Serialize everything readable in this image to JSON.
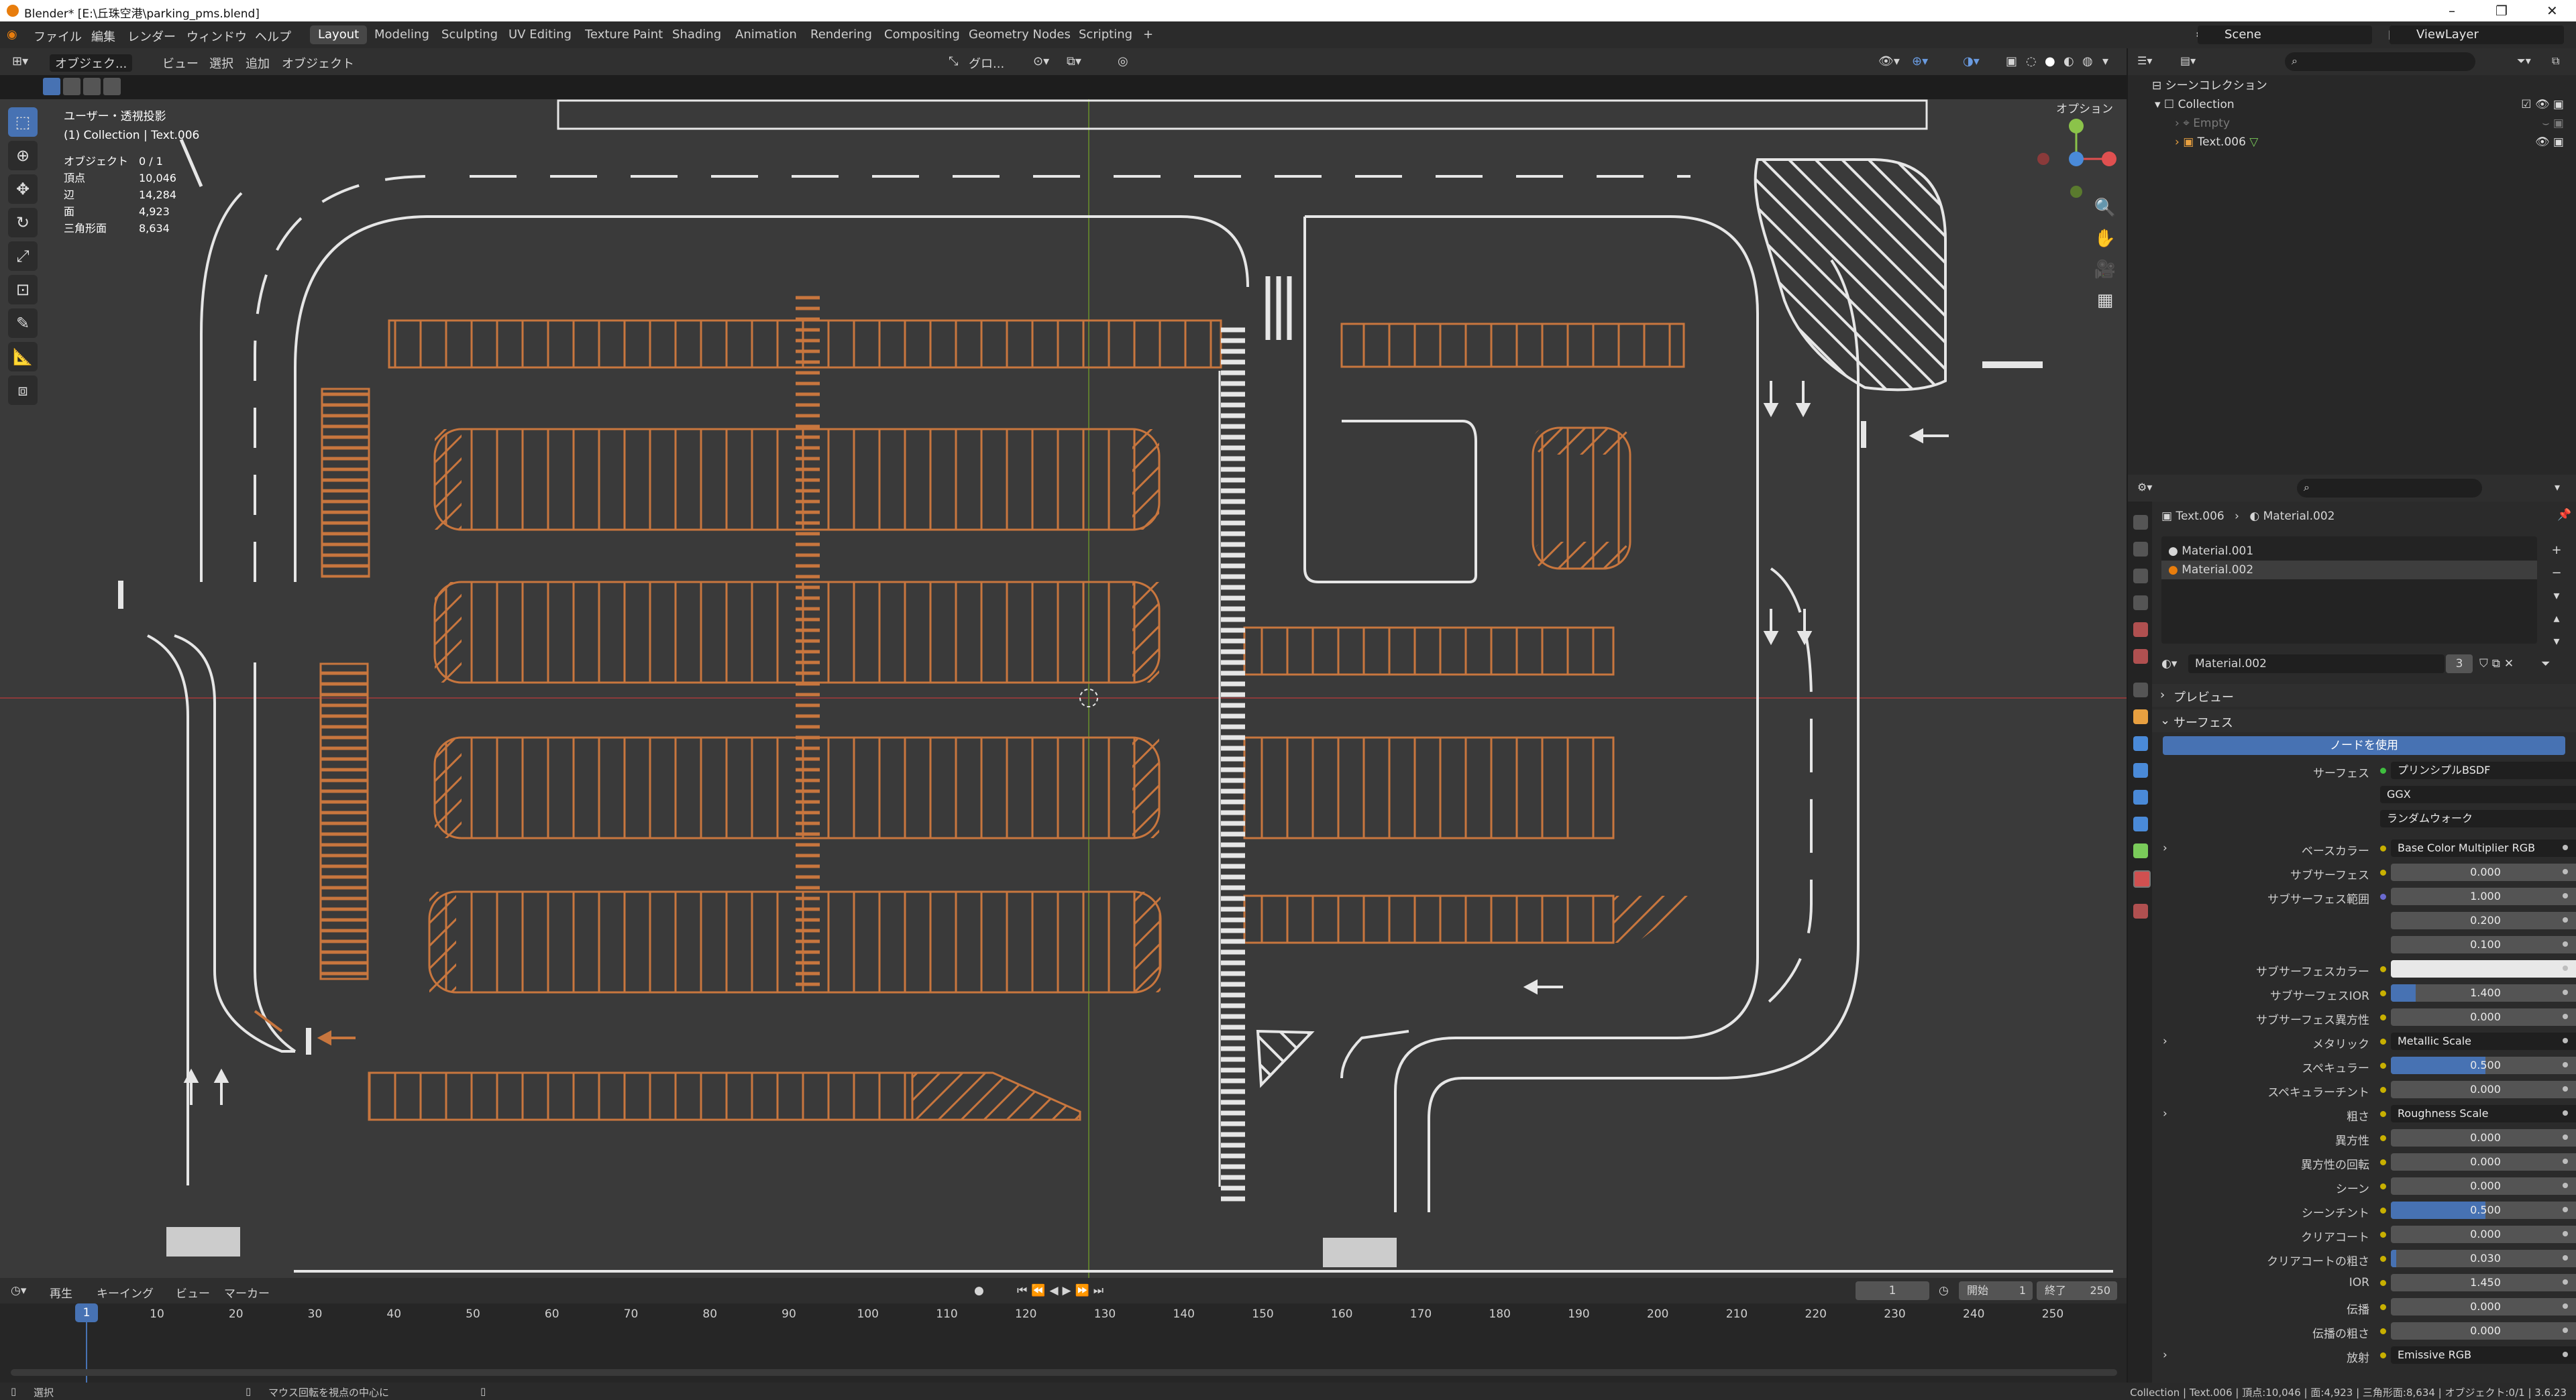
{
  "window": {
    "title": "Blender* [E:\\丘珠空港\\parking_pms.blend]"
  },
  "menu": {
    "items": [
      "ファイル",
      "編集",
      "レンダー",
      "ウィンドウ",
      "ヘルプ"
    ]
  },
  "workspaces": [
    "Layout",
    "Modeling",
    "Sculpting",
    "UV Editing",
    "Texture Paint",
    "Shading",
    "Animation",
    "Rendering",
    "Compositing",
    "Geometry Nodes",
    "Scripting",
    "+"
  ],
  "scene": {
    "label": "Scene",
    "view_layer": "ViewLayer"
  },
  "viewport_header": {
    "mode": "オブジェク...",
    "items": [
      "ビュー",
      "選択",
      "追加",
      "オブジェクト"
    ],
    "transform": "グロ...",
    "options": "オプション"
  },
  "viewport_overlay": {
    "view_name": "ユーザー・透視投影",
    "collection": "(1) Collection | Text.006",
    "stats": [
      {
        "label": "オブジェクト",
        "value": "0 / 1"
      },
      {
        "label": "頂点",
        "value": "10,046"
      },
      {
        "label": "辺",
        "value": "14,284"
      },
      {
        "label": "面",
        "value": "4,923"
      },
      {
        "label": "三角形面",
        "value": "8,634"
      }
    ]
  },
  "timeline": {
    "header_items": [
      "再生",
      "キーイング",
      "ビュー",
      "マーカー"
    ],
    "current_frame": "1",
    "start_label": "開始",
    "start": "1",
    "end_label": "終了",
    "end": "250",
    "ticks": [
      "1",
      "10",
      "20",
      "30",
      "40",
      "50",
      "60",
      "70",
      "80",
      "90",
      "100",
      "110",
      "120",
      "130",
      "140",
      "150",
      "160",
      "170",
      "180",
      "190",
      "200",
      "210",
      "220",
      "230",
      "240",
      "250"
    ]
  },
  "status_bar": {
    "left": "選択",
    "middle": "マウス回転を視点の中心に",
    "right": "Collection | Text.006 | 頂点:10,046 | 面:4,923 | 三角形面:8,634 | オブジェクト:0/1 | 3.6.23"
  },
  "outliner": {
    "root": "シーンコレクション",
    "collection": "Collection",
    "items": [
      "Empty",
      "Text.006"
    ]
  },
  "properties": {
    "breadcrumb_object": "Text.006",
    "breadcrumb_material": "Material.002",
    "material_slots": [
      "Material.001",
      "Material.002"
    ],
    "material_name": "Material.002",
    "material_users": "3",
    "sections": {
      "preview": "プレビュー",
      "surface": "サーフェス"
    },
    "use_nodes": "ノードを使用",
    "surface_label": "サーフェス",
    "surface_shader": "プリンシプルBSDF",
    "distribution": "GGX",
    "subsurface_method": "ランダムウォーク",
    "rows": [
      {
        "label": "ベースカラー",
        "value": "Base Color Multiplier RGB",
        "kind": "link"
      },
      {
        "label": "サブサーフェス",
        "value": "0.000",
        "kind": "num",
        "fill": 0
      },
      {
        "label": "サブサーフェス範囲",
        "value": "1.000",
        "kind": "num",
        "fill": 0
      },
      {
        "label": "",
        "value": "0.200",
        "kind": "num",
        "fill": 0
      },
      {
        "label": "",
        "value": "0.100",
        "kind": "num",
        "fill": 0
      },
      {
        "label": "サブサーフェスカラー",
        "value": "",
        "kind": "color",
        "color": "#e8e8e8"
      },
      {
        "label": "サブサーフェスIOR",
        "value": "1.400",
        "kind": "num",
        "fill": 0.13
      },
      {
        "label": "サブサーフェス異方性",
        "value": "0.000",
        "kind": "num",
        "fill": 0
      },
      {
        "label": "メタリック",
        "value": "Metallic Scale",
        "kind": "link"
      },
      {
        "label": "スペキュラー",
        "value": "0.500",
        "kind": "num",
        "fill": 0.5
      },
      {
        "label": "スペキュラーチント",
        "value": "0.000",
        "kind": "num",
        "fill": 0
      },
      {
        "label": "粗さ",
        "value": "Roughness Scale",
        "kind": "link"
      },
      {
        "label": "異方性",
        "value": "0.000",
        "kind": "num",
        "fill": 0
      },
      {
        "label": "異方性の回転",
        "value": "0.000",
        "kind": "num",
        "fill": 0
      },
      {
        "label": "シーン",
        "value": "0.000",
        "kind": "num",
        "fill": 0
      },
      {
        "label": "シーンチント",
        "value": "0.500",
        "kind": "num",
        "fill": 0.5
      },
      {
        "label": "クリアコート",
        "value": "0.000",
        "kind": "num",
        "fill": 0
      },
      {
        "label": "クリアコートの粗さ",
        "value": "0.030",
        "kind": "num",
        "fill": 0.03
      },
      {
        "label": "IOR",
        "value": "1.450",
        "kind": "num",
        "fill": 0
      },
      {
        "label": "伝播",
        "value": "0.000",
        "kind": "num",
        "fill": 0
      },
      {
        "label": "伝播の粗さ",
        "value": "0.000",
        "kind": "num",
        "fill": 0
      },
      {
        "label": "放射",
        "value": "Emissive RGB",
        "kind": "link"
      }
    ]
  },
  "colors": {
    "accent": "#4772b3",
    "paint": "#c8763e",
    "line": "#e6e6e6",
    "viewport_bg": "#3a3a3a"
  }
}
